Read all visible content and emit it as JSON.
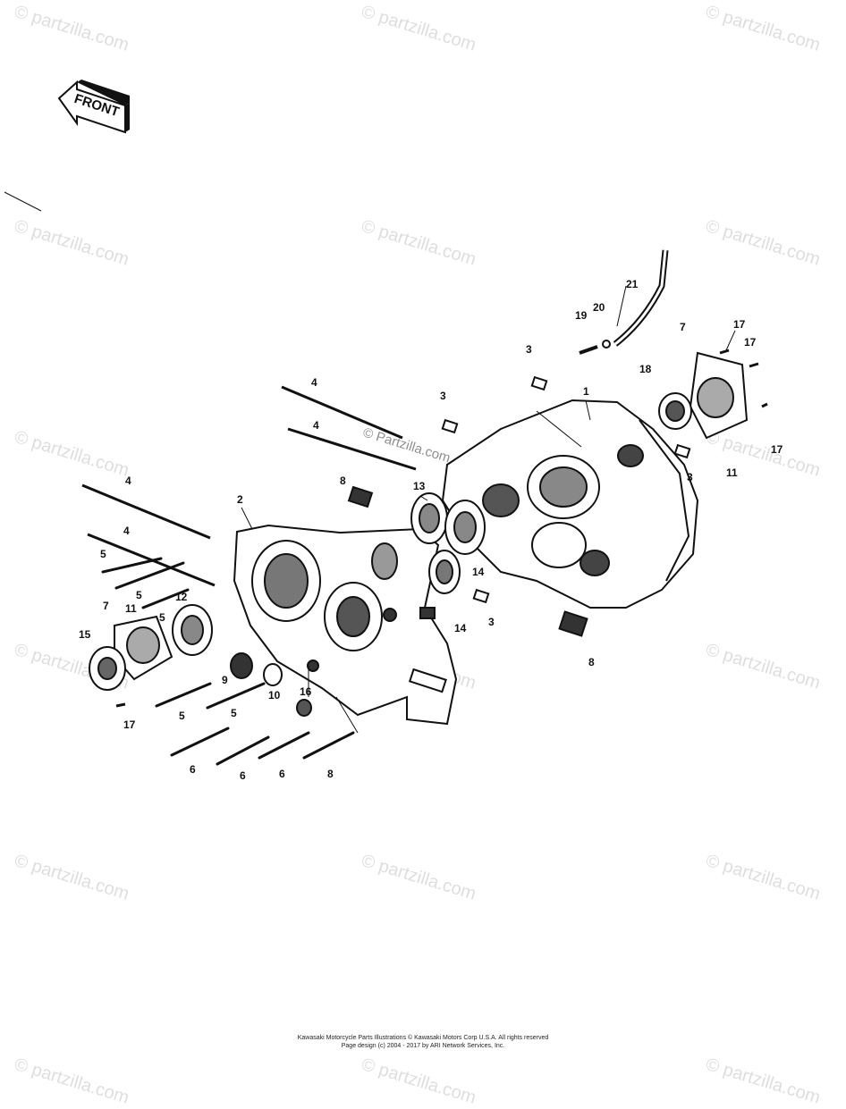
{
  "front_label": "FRONT",
  "watermark_text": "© partzilla.com",
  "center_watermark": "© Partzilla.com",
  "callouts": [
    {
      "id": "c1",
      "text": "1"
    },
    {
      "id": "c2",
      "text": "2"
    },
    {
      "id": "c3a",
      "text": "3"
    },
    {
      "id": "c3b",
      "text": "3"
    },
    {
      "id": "c3c",
      "text": "3"
    },
    {
      "id": "c3d",
      "text": "3"
    },
    {
      "id": "c4a",
      "text": "4"
    },
    {
      "id": "c4b",
      "text": "4"
    },
    {
      "id": "c4c",
      "text": "4"
    },
    {
      "id": "c4d",
      "text": "4"
    },
    {
      "id": "c5a",
      "text": "5"
    },
    {
      "id": "c5b",
      "text": "5"
    },
    {
      "id": "c5c",
      "text": "5"
    },
    {
      "id": "c5d",
      "text": "5"
    },
    {
      "id": "c5e",
      "text": "5"
    },
    {
      "id": "c6a",
      "text": "6"
    },
    {
      "id": "c6b",
      "text": "6"
    },
    {
      "id": "c6c",
      "text": "6"
    },
    {
      "id": "c7a",
      "text": "7"
    },
    {
      "id": "c7b",
      "text": "7"
    },
    {
      "id": "c8a",
      "text": "8"
    },
    {
      "id": "c8b",
      "text": "8"
    },
    {
      "id": "c8c",
      "text": "8"
    },
    {
      "id": "c9",
      "text": "9"
    },
    {
      "id": "c10",
      "text": "10"
    },
    {
      "id": "c11a",
      "text": "11"
    },
    {
      "id": "c11b",
      "text": "11"
    },
    {
      "id": "c12",
      "text": "12"
    },
    {
      "id": "c13",
      "text": "13"
    },
    {
      "id": "c14a",
      "text": "14"
    },
    {
      "id": "c14b",
      "text": "14"
    },
    {
      "id": "c15",
      "text": "15"
    },
    {
      "id": "c16",
      "text": "16"
    },
    {
      "id": "c17a",
      "text": "17"
    },
    {
      "id": "c17b",
      "text": "17"
    },
    {
      "id": "c17c",
      "text": "17"
    },
    {
      "id": "c17d",
      "text": "17"
    },
    {
      "id": "c18",
      "text": "18"
    },
    {
      "id": "c19",
      "text": "19"
    },
    {
      "id": "c20",
      "text": "20"
    },
    {
      "id": "c21",
      "text": "21"
    }
  ],
  "footer": {
    "line1": "Kawasaki Motorcycle Parts Illustrations © Kawasaki Motors Corp U.S.A. All rights reserved",
    "line2": "Page design (c) 2004 - 2017 by ARI Network Services, Inc."
  },
  "colors": {
    "ink": "#111111",
    "background": "#ffffff"
  }
}
